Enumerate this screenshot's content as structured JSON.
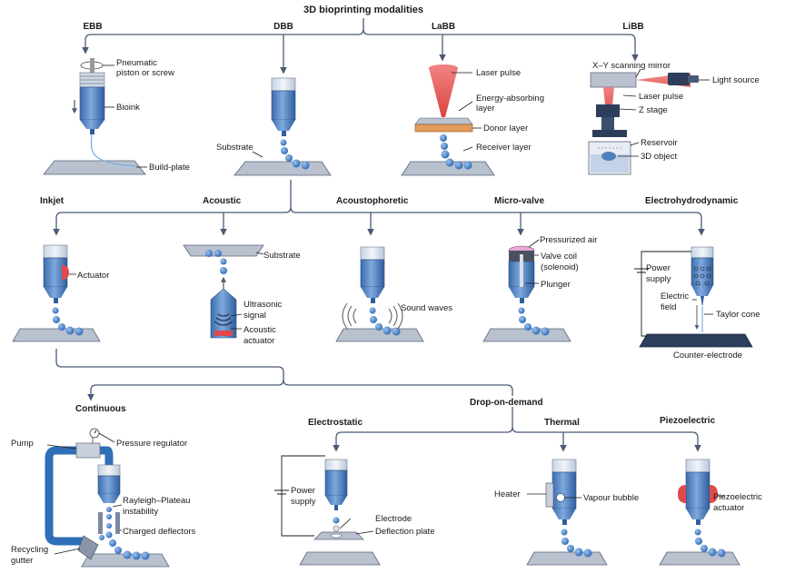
{
  "title": "3D bioprinting modalities",
  "modalities": {
    "ebb": {
      "name": "EBB",
      "labels": [
        "Pneumatic",
        "piston or screw",
        "Bioink",
        "Build-plate"
      ]
    },
    "dbb": {
      "name": "DBB",
      "labels": [
        "Substrate"
      ]
    },
    "labb": {
      "name": "LaBB",
      "labels": [
        "Laser pulse",
        "Energy-absorbing",
        "layer",
        "Donor layer",
        "Receiver layer"
      ]
    },
    "libb": {
      "name": "LiBB",
      "labels": [
        "X–Y scanning mirror",
        "Light source",
        "Laser pulse",
        "Z stage",
        "Reservoir",
        "3D object"
      ]
    }
  },
  "dbb_types": {
    "inkjet": {
      "name": "Inkjet",
      "labels": [
        "Actuator"
      ]
    },
    "acoustic": {
      "name": "Acoustic",
      "labels": [
        "Substrate",
        "Ultrasonic",
        "signal",
        "Acoustic",
        "actuator"
      ]
    },
    "acoustophoretic": {
      "name": "Acoustophoretic",
      "labels": [
        "Sound waves"
      ]
    },
    "microvalve": {
      "name": "Micro-valve",
      "labels": [
        "Pressurized air",
        "Valve coil",
        "(solenoid)",
        "Plunger"
      ]
    },
    "ehd": {
      "name": "Electrohydrodynamic",
      "labels": [
        "Power",
        "supply",
        "Electric",
        "field",
        "Taylor cone",
        "Counter-electrode"
      ]
    }
  },
  "inkjet_types": {
    "continuous": {
      "name": "Continuous",
      "labels": [
        "Pump",
        "Pressure regulator",
        "Rayleigh–Plateau",
        "instability",
        "Charged deflectors",
        "Recycling",
        "gutter"
      ]
    },
    "dod": {
      "name": "Drop-on-demand"
    },
    "electrostatic": {
      "name": "Electrostatic",
      "labels": [
        "Power",
        "supply",
        "Electrode",
        "Deflection plate"
      ]
    },
    "thermal": {
      "name": "Thermal",
      "labels": [
        "Heater",
        "Vapour bubble"
      ]
    },
    "piezoelectric": {
      "name": "Piezoelectric",
      "labels": [
        "Piezoelectric",
        "actuator"
      ]
    }
  },
  "colors": {
    "tree": "#4a5a78",
    "barrel": "#4f7fbf",
    "barrel_dark": "#2f5f9f",
    "droplet": "#3b78c4",
    "plate": "#b9c1cf",
    "laser": "#e26a6a",
    "donor": "#e39a5a",
    "actuator": "#e04a4a"
  }
}
